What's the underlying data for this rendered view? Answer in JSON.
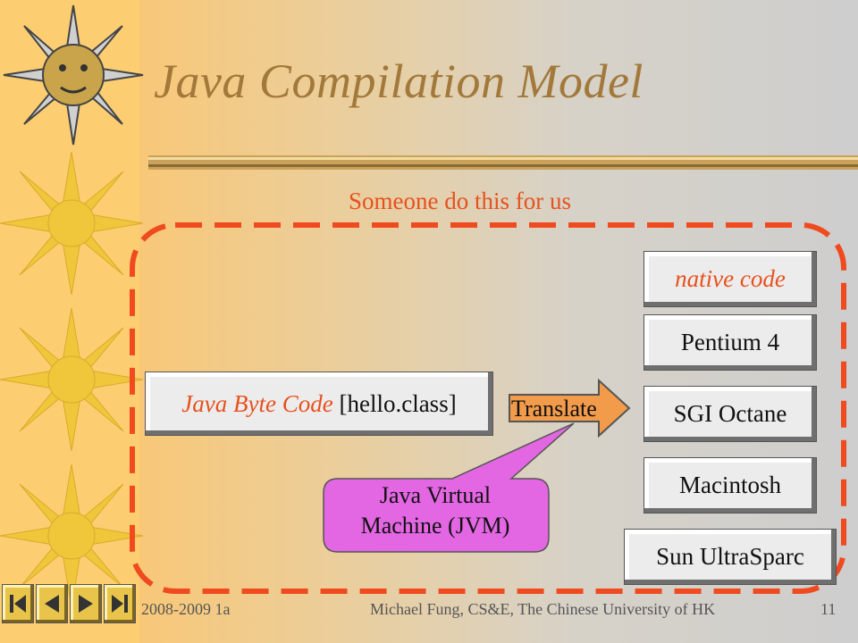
{
  "slide": {
    "title": "Java Compilation Model",
    "subtitle": "Someone do this for us",
    "bytecode": {
      "italic": "Java Byte Code",
      "plain": "[hello.class]"
    },
    "translate_label": "Translate",
    "callout": {
      "line1": "Java Virtual",
      "line2": "Machine (JVM)"
    },
    "platforms": {
      "native": "native code",
      "pentium": "Pentium 4",
      "sgi": "SGI Octane",
      "mac": "Macintosh",
      "sun": "Sun UltraSparc"
    }
  },
  "footer": {
    "date": "2008-2009 1a",
    "author": "Michael Fung, CS&E, The Chinese University of HK",
    "page": "11"
  },
  "nav": {
    "icons": [
      "first-slide-icon",
      "previous-slide-icon",
      "next-slide-icon",
      "last-slide-icon"
    ]
  },
  "colors": {
    "accent": "#e7511d",
    "title": "#a3793b",
    "callout_fill": "#e366e3",
    "arrow_fill": "#f29b4a",
    "sun_fill": "#f0c63a"
  }
}
